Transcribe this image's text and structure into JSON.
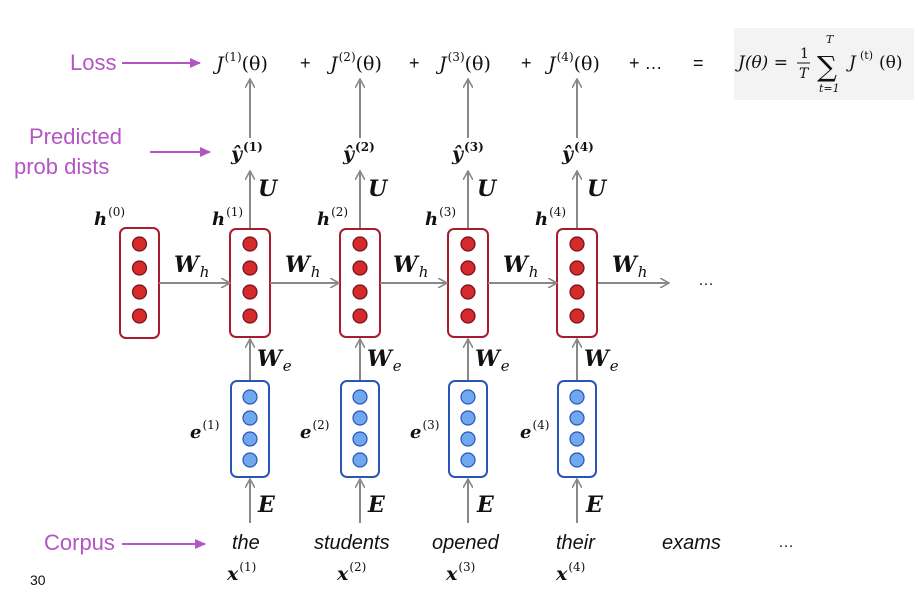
{
  "labels": {
    "loss": "Loss",
    "predicted_line1": "Predicted",
    "predicted_line2": "prob dists",
    "corpus": "Corpus"
  },
  "loss_terms": [
    "J",
    "J",
    "J",
    "J"
  ],
  "loss_sups": [
    "(1)",
    "(2)",
    "(3)",
    "(4)"
  ],
  "loss_arg": "(θ)",
  "ops": {
    "plus": "+",
    "plus_dots": "+ …",
    "equals": "="
  },
  "formula": {
    "lhs": "J(θ) =",
    "num": "1",
    "den": "T",
    "sum": "∑",
    "upper": "T",
    "lower": "t=1",
    "term": "J",
    "term_sup": "(t)",
    "term_arg": "(θ)"
  },
  "yhat": {
    "symbol": "ŷ",
    "sups": [
      "(1)",
      "(2)",
      "(3)",
      "(4)"
    ]
  },
  "hidden": {
    "symbol": "h",
    "sups": [
      "(0)",
      "(1)",
      "(2)",
      "(3)",
      "(4)"
    ]
  },
  "emb": {
    "symbol": "e",
    "sups": [
      "(1)",
      "(2)",
      "(3)",
      "(4)"
    ]
  },
  "weights": {
    "U": "U",
    "W": "W",
    "h_sub": "h",
    "e_sub": "e",
    "E": "E"
  },
  "words": [
    "the",
    "students",
    "opened",
    "their",
    "exams",
    "…"
  ],
  "xvars": {
    "symbol": "x",
    "sups": [
      "(1)",
      "(2)",
      "(3)",
      "(4)"
    ]
  },
  "ellipsis": "…",
  "slide_number": "30",
  "colors": {
    "label": "#b455c4",
    "red_fill": "#d42a2a",
    "red_border": "#a81c2e",
    "blue_fill": "#6fa8ef",
    "blue_border": "#2a55b8",
    "arrow": "#888888"
  }
}
